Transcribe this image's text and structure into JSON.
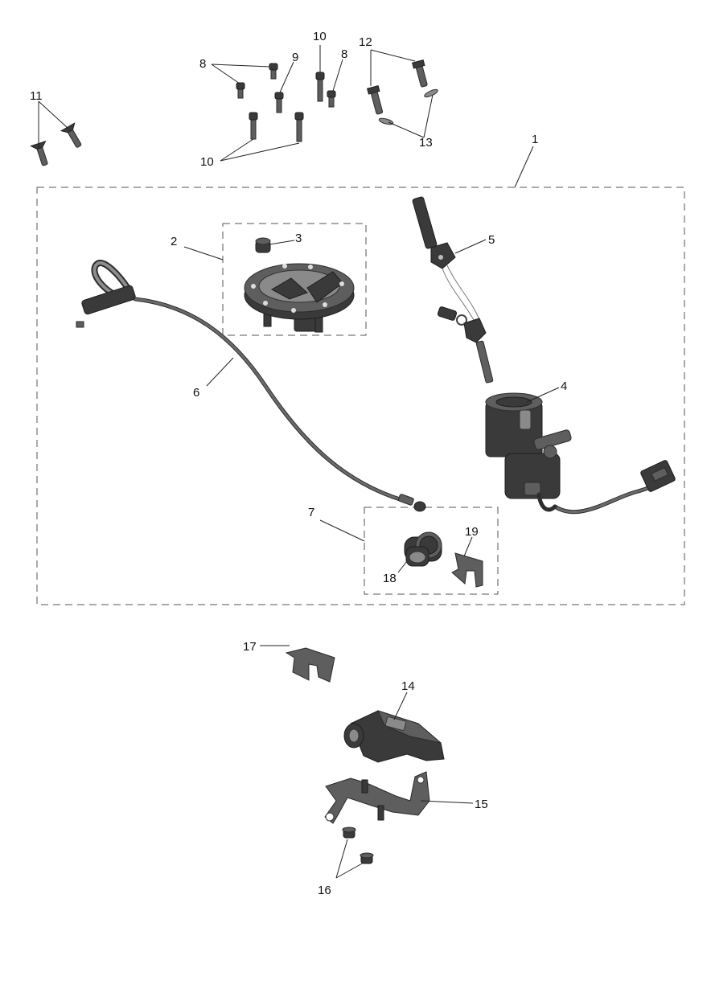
{
  "labels": {
    "l1": "1",
    "l2": "2",
    "l3": "3",
    "l4": "4",
    "l5": "5",
    "l6": "6",
    "l7": "7",
    "l8a": "8",
    "l8b": "8",
    "l9": "9",
    "l10a": "10",
    "l10b": "10",
    "l11": "11",
    "l12": "12",
    "l13": "13",
    "l14": "14",
    "l15": "15",
    "l16": "16",
    "l17": "17",
    "l18": "18",
    "l19": "19"
  }
}
